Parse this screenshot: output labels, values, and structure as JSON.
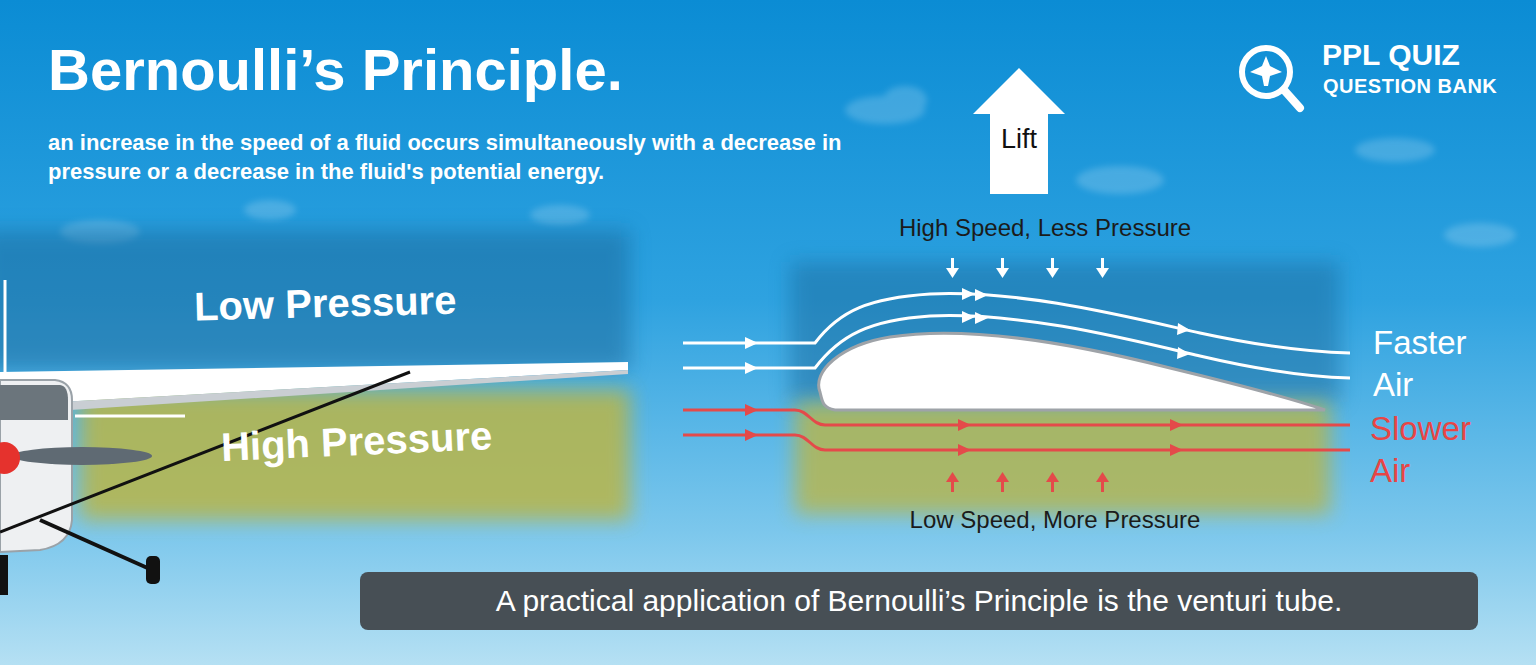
{
  "diagram": {
    "title": "Bernoulli’s Principle.",
    "caption": "A practical application of Bernoulli’s Principle is the venturi tube.",
    "nodes": [
      {
        "text": [
          "Low Pressure"
        ]
      },
      {
        "text": [
          "High Pressure"
        ]
      },
      {
        "text": [
          "Lift"
        ]
      }
    ],
    "labels": [
      "an increase in the speed of a fluid occurs simultaneously with a decrease in pressure or a decrease in the fluid's potential energy.",
      "PPL QUIZ",
      "QUESTION BANK",
      "High Speed, Less Pressure",
      "Low Speed, More Pressure",
      "Faster Air",
      "Slower Air"
    ]
  }
}
